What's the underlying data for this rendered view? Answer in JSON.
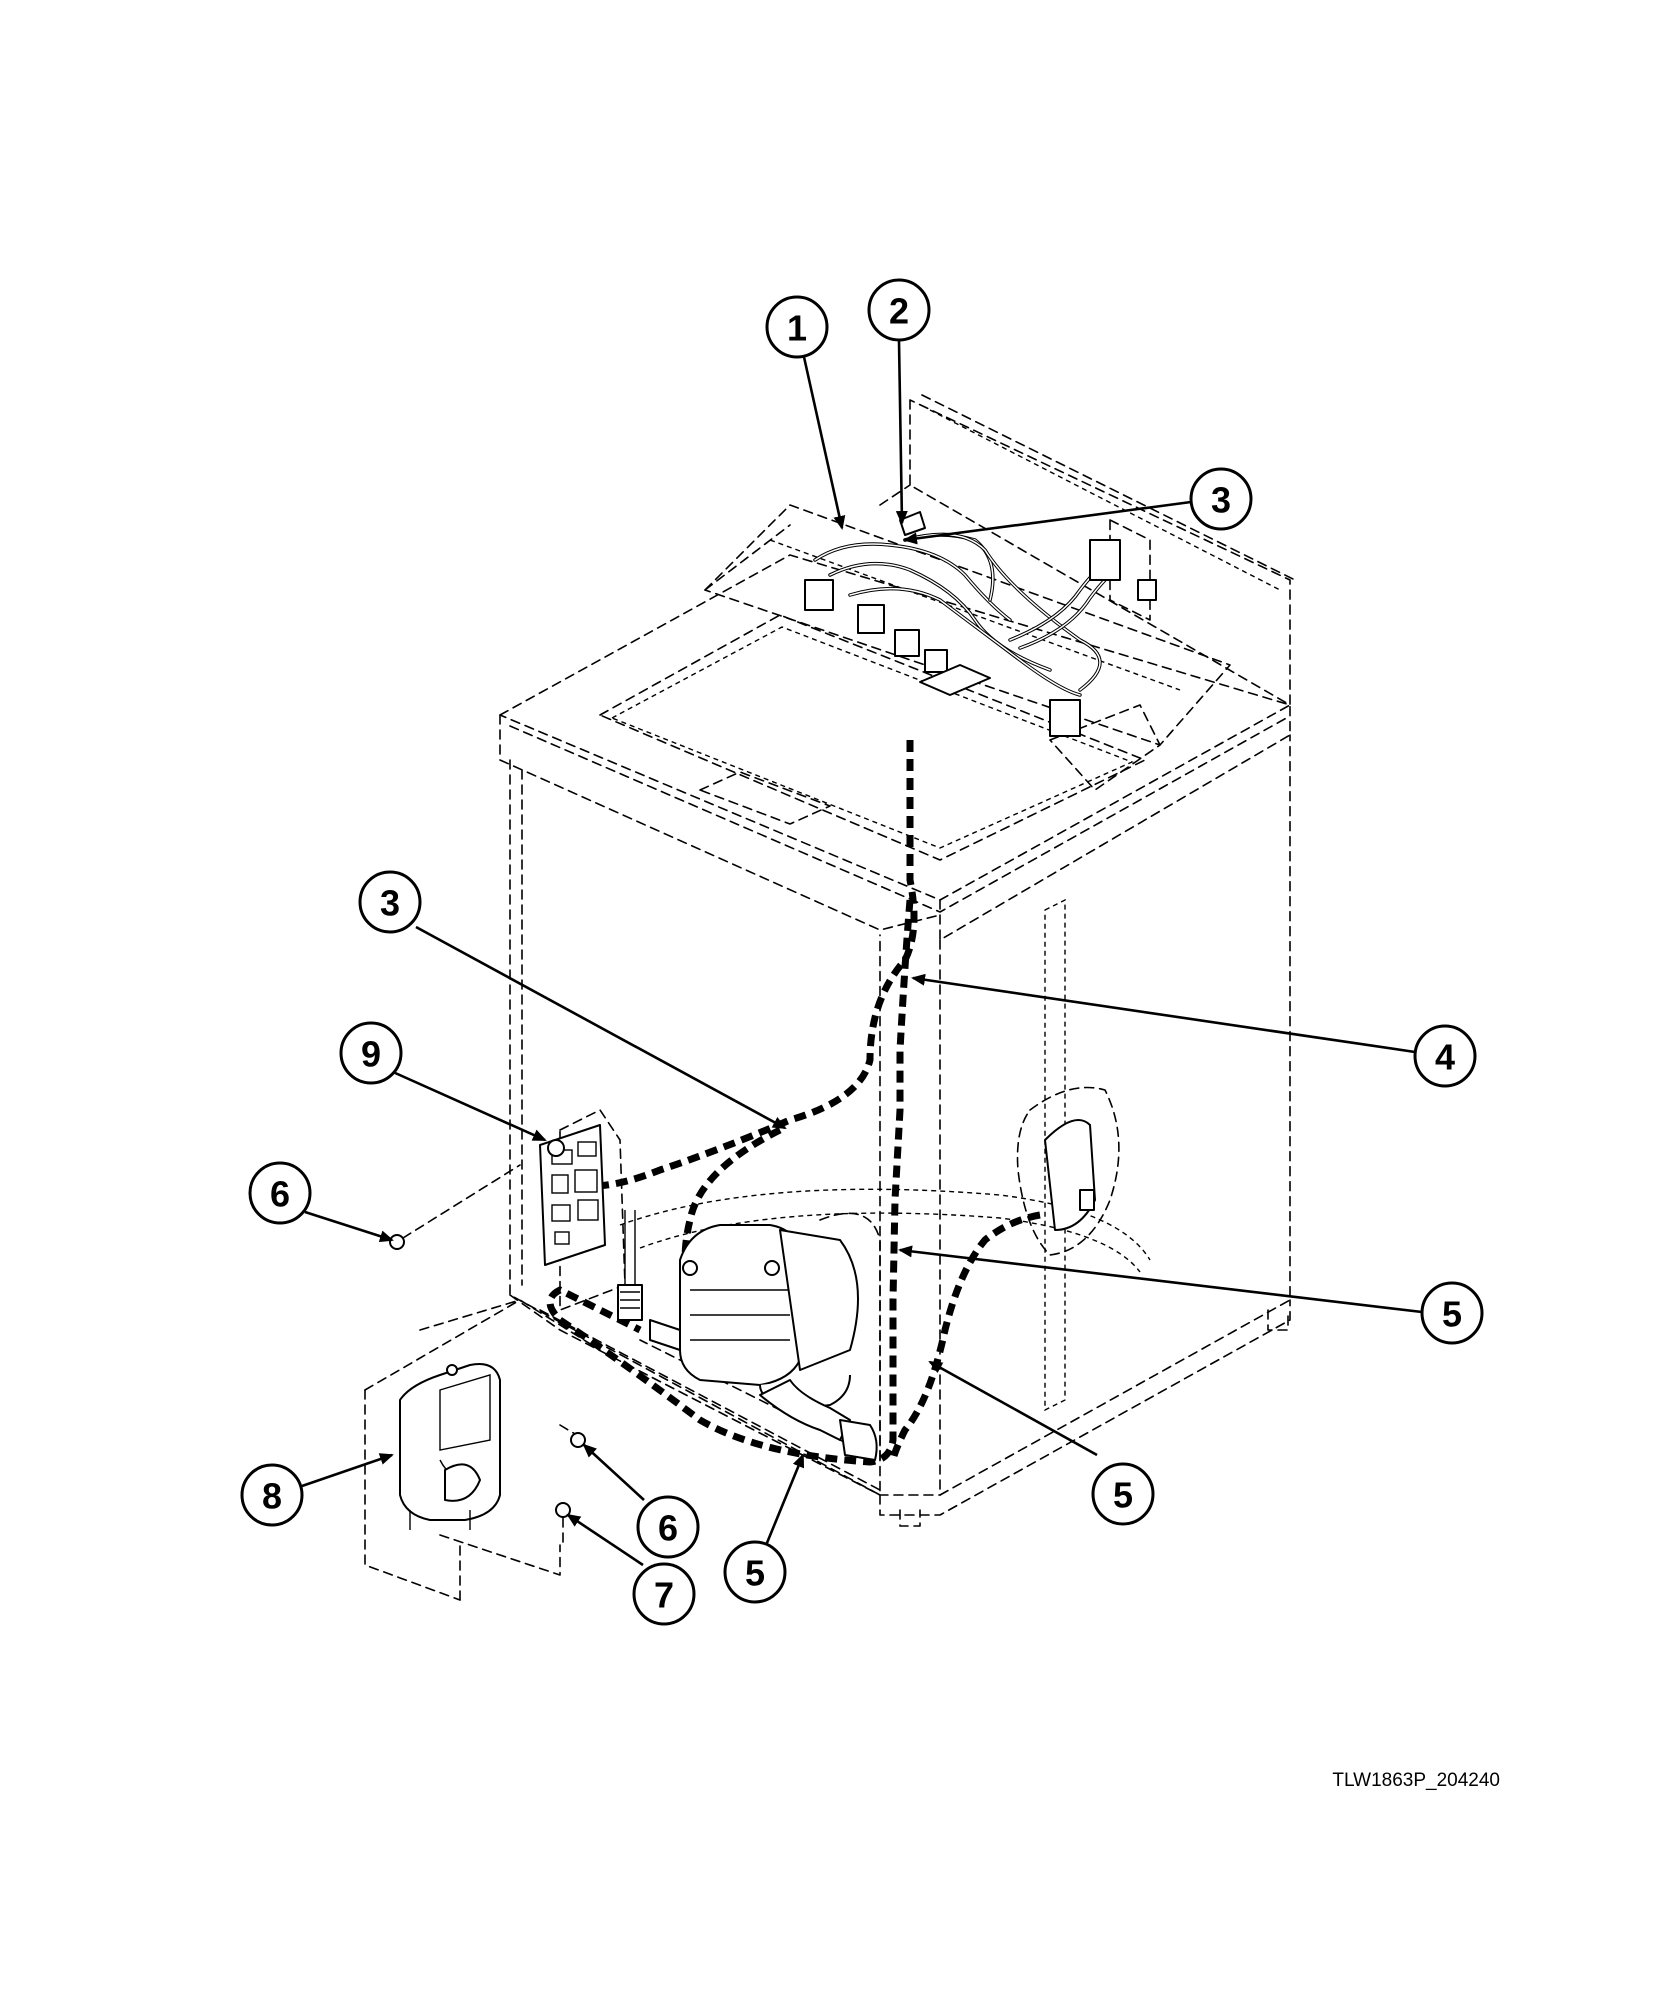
{
  "drawing_code": "TLW1863P_204240",
  "callouts": [
    {
      "label": "1"
    },
    {
      "label": "2"
    },
    {
      "label": "3"
    },
    {
      "label": "3"
    },
    {
      "label": "4"
    },
    {
      "label": "9"
    },
    {
      "label": "6"
    },
    {
      "label": "5"
    },
    {
      "label": "5"
    },
    {
      "label": "5"
    },
    {
      "label": "6"
    },
    {
      "label": "7"
    },
    {
      "label": "8"
    }
  ]
}
